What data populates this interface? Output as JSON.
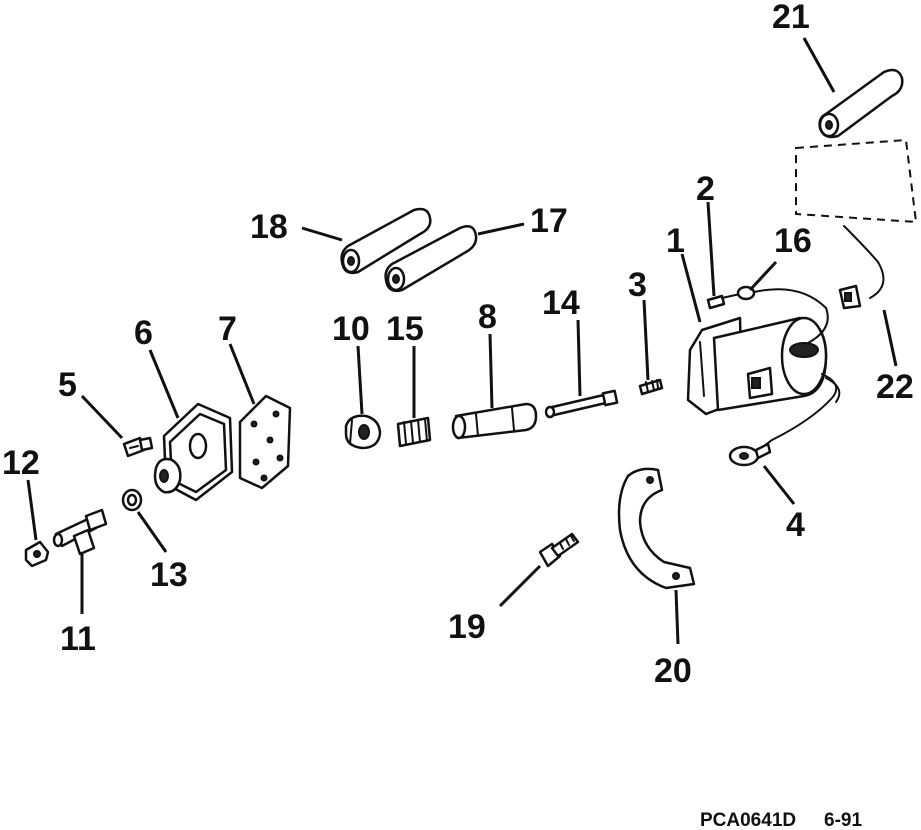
{
  "callouts": {
    "c1": "1",
    "c2": "2",
    "c3": "3",
    "c4": "4",
    "c5": "5",
    "c6": "6",
    "c7": "7",
    "c8": "8",
    "c10": "10",
    "c11": "11",
    "c12": "12",
    "c13": "13",
    "c14": "14",
    "c15": "15",
    "c16": "16",
    "c17": "17",
    "c18": "18",
    "c19": "19",
    "c20": "20",
    "c21": "21",
    "c22": "22"
  },
  "footer": {
    "code": "PCA0641D",
    "date": "6-91"
  }
}
